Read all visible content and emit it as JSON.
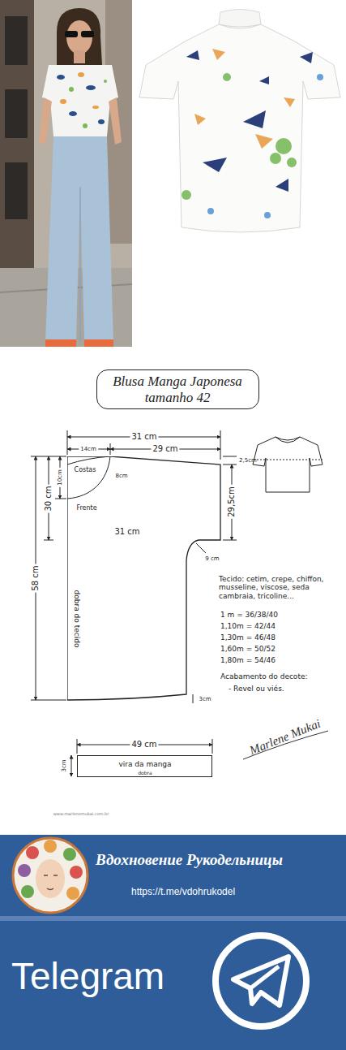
{
  "diagram": {
    "nodes": [
      {
        "text": [
          "Blusa Manga Japonesa tamanho 42"
        ]
      },
      {
        "text": [
          "Costas",
          "Frente",
          "dobra do tecido"
        ]
      },
      {
        "text": [
          "vira da manga",
          "dobra"
        ]
      },
      {
        "text": [
          "Вдохновение Рукодельницы",
          "https://t.me/vdohrukodel",
          "Telegram"
        ]
      }
    ],
    "edges": [],
    "labels": [
      "31 cm",
      "14cm",
      "29 cm",
      "2,5cm",
      "8cm",
      "10cm",
      "30 cm",
      "58 cm",
      "31 cm",
      "29,5cm",
      "9 cm",
      "3cm",
      "Tecido: cetim, crepe, chiffon, musseline, viscose, seda cambraia, tricoline...",
      "1 m = 36/38/40",
      "1,10m = 42/44",
      "1,30m = 46/48",
      "1,60m = 50/52",
      "1,80m = 54/46",
      "Acabamento do decote:",
      "- Revel ou viés.",
      "49 cm",
      "3cm",
      "Marlene Mukai",
      "www.marlenemukai.com.br"
    ]
  }
}
